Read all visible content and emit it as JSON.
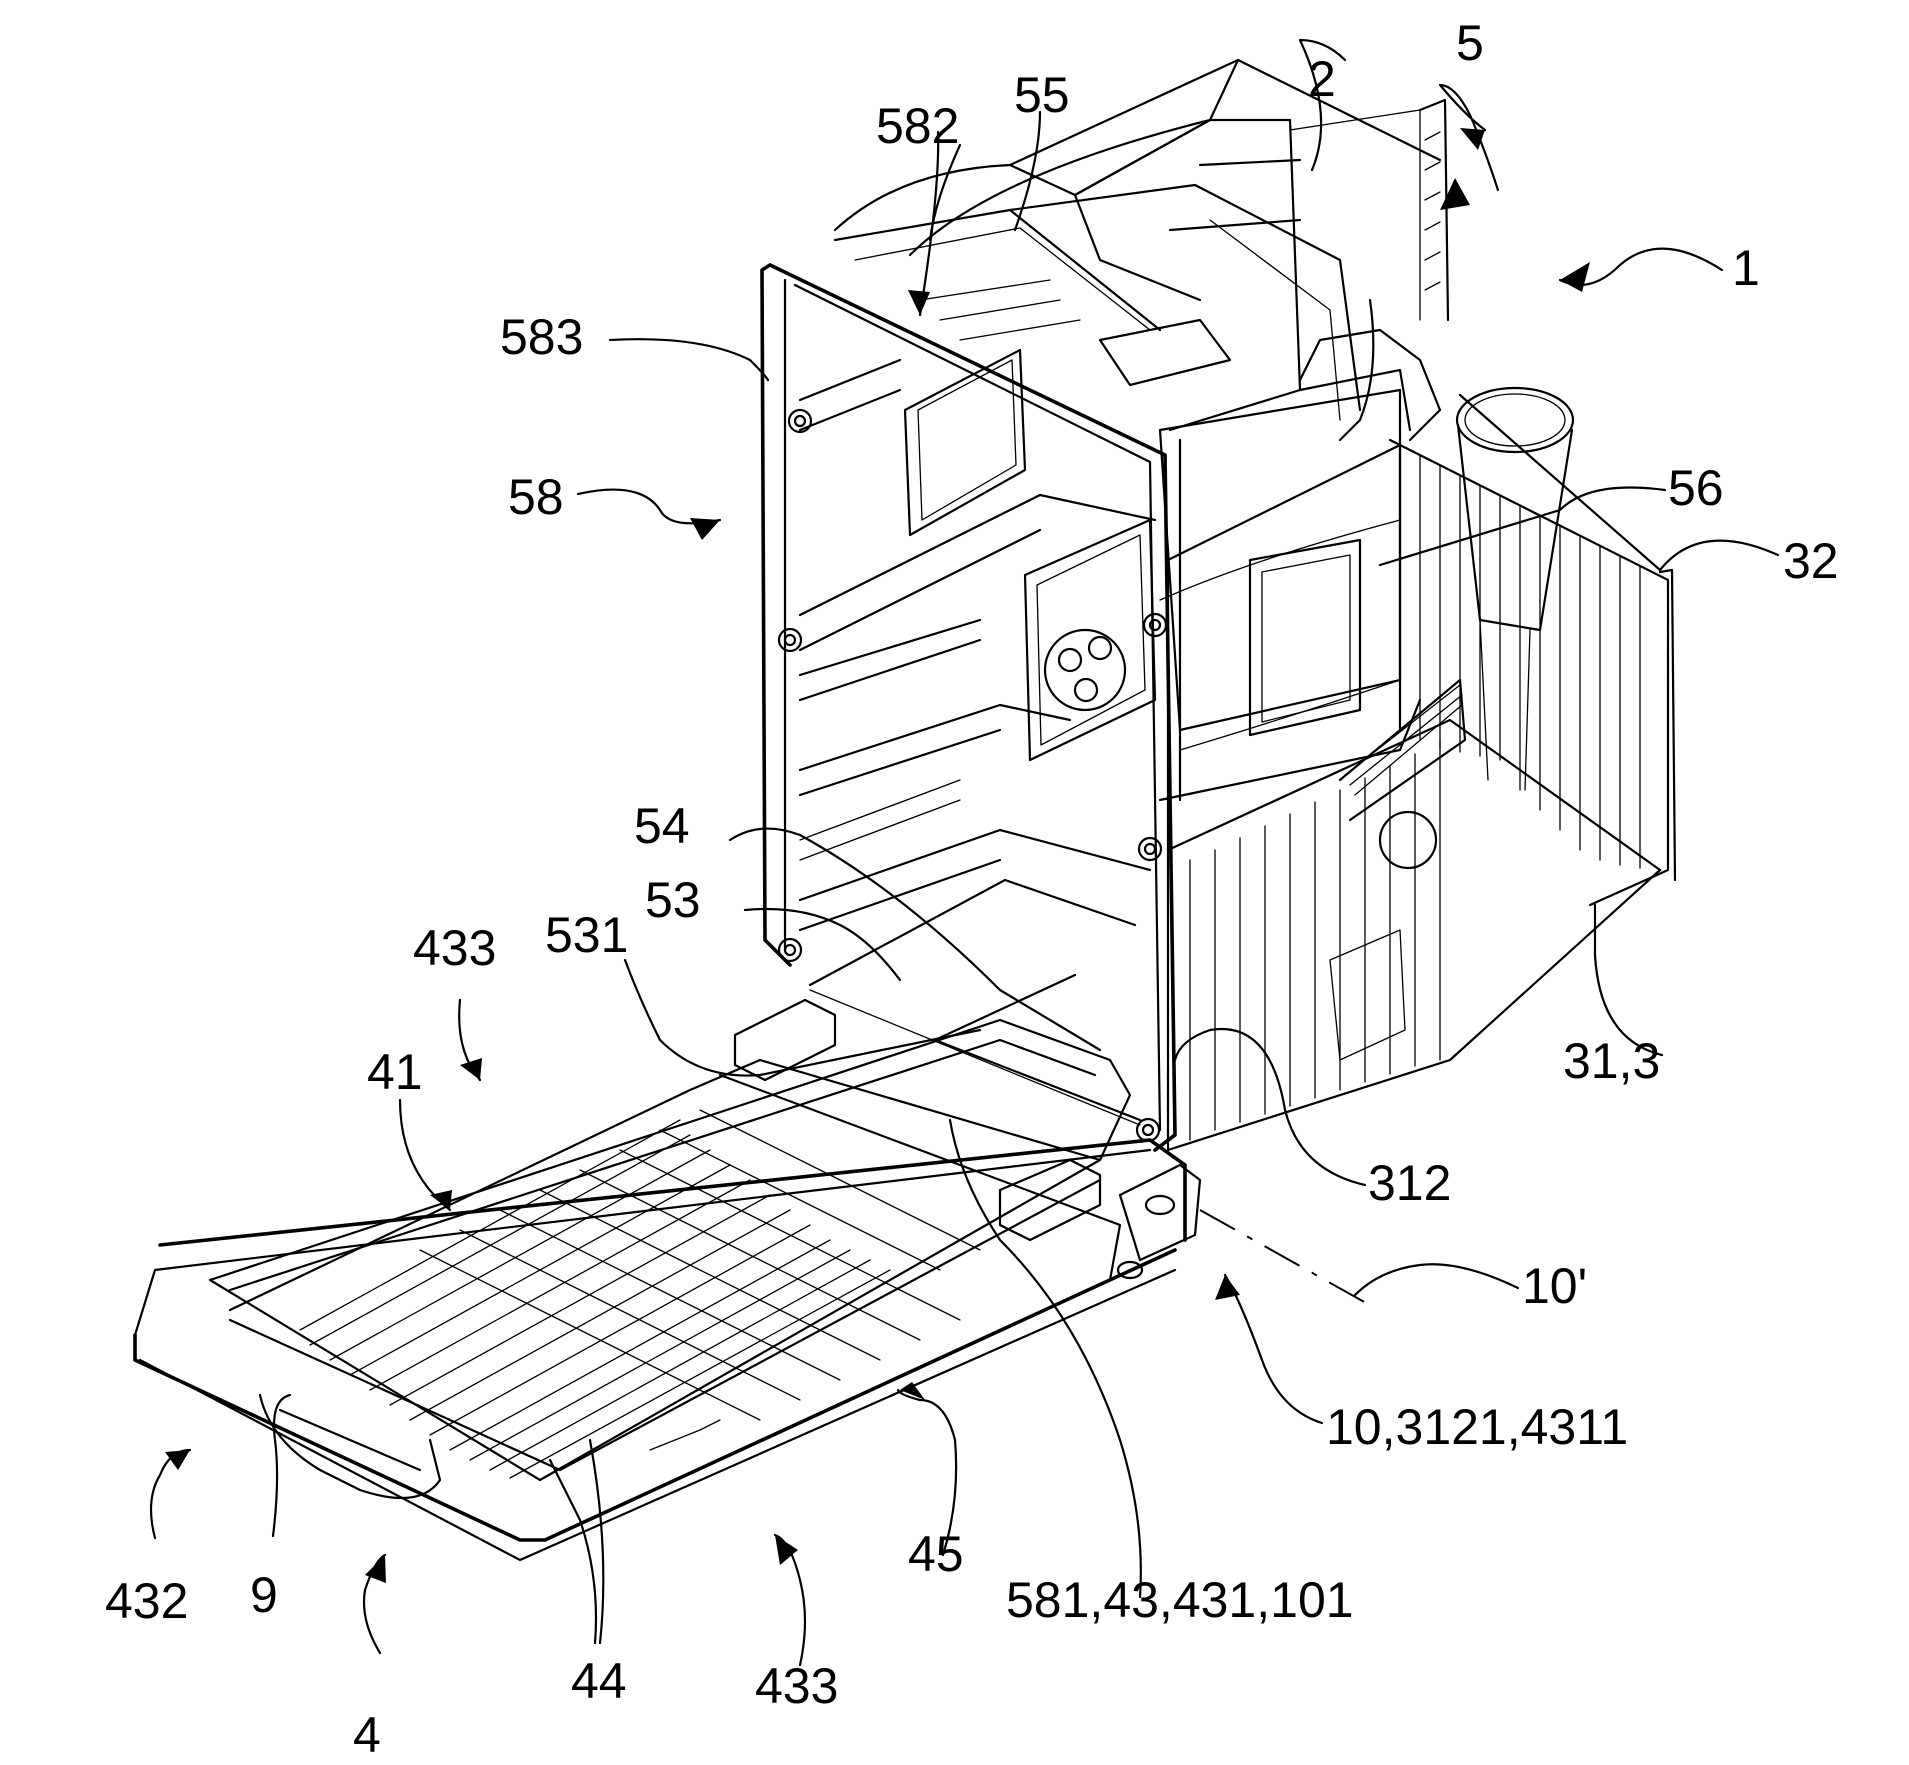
{
  "figure": {
    "labels": {
      "l1": "1",
      "l2": "2",
      "l5": "5",
      "l55": "55",
      "l582": "582",
      "l583": "583",
      "l58": "58",
      "l56": "56",
      "l32": "32",
      "l54": "54",
      "l53": "53",
      "l531": "531",
      "l433a": "433",
      "l41": "41",
      "l31_3": "31,3",
      "l312": "312",
      "l10p": "10'",
      "l10_3121_4311": "10,3121,4311",
      "l45": "45",
      "l581_43_431_101": "581,43,431,101",
      "l432": "432",
      "l9": "9",
      "l4": "4",
      "l44": "44",
      "l433b": "433"
    }
  }
}
